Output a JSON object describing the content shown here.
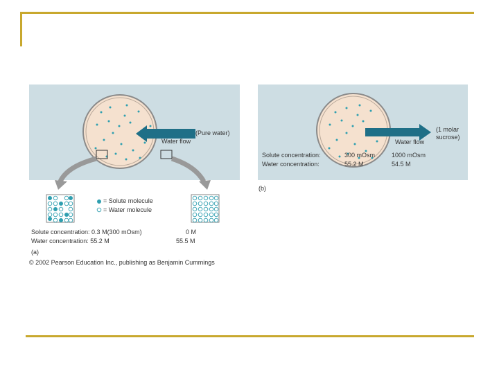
{
  "panel_a": {
    "flow_source_label": "(Pure water)",
    "water_flow_label": "Water flow",
    "legend": {
      "solute_label": "= Solute molecule",
      "water_label": "= Water molecule"
    },
    "solute_concentration_label": "Solute concentration: 0.3 M(300 mOsm)",
    "solute_concentration_right": "0 M",
    "water_concentration_label": "Water concentration: 55.2 M",
    "water_concentration_right": "55.5 M",
    "part_label": "(a)",
    "copyright": "© 2002 Pearson Education Inc., publishing as Benjamin Cummings"
  },
  "panel_b": {
    "flow_target_label_line1": "(1 molar",
    "flow_target_label_line2": "sucrose)",
    "water_flow_label": "Water flow",
    "solute_concentration_label": "Solute concentration:",
    "solute_inside": "300 mOsm",
    "solute_outside": "1000 mOsm",
    "water_concentration_label": "Water concentration:",
    "water_inside": "55.2 M",
    "water_outside": "54.5 M",
    "part_label": "(b)"
  },
  "colors": {
    "accent_bar": "#c8a82e",
    "panel_bg": "#cddde3",
    "cell_fill": "#f5e1cf",
    "solute_dot": "#2f9fb0",
    "arrow": "#1f6f87"
  }
}
